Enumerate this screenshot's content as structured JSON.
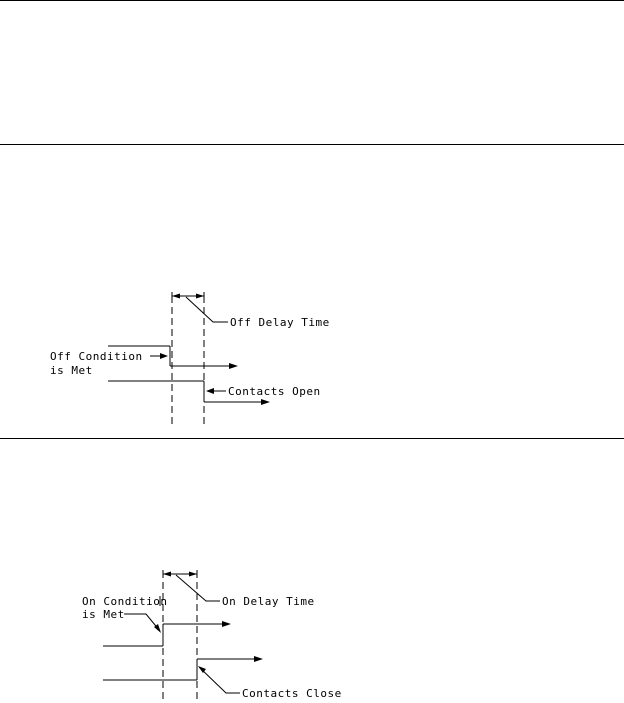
{
  "off_delay": {
    "delay_label": "Off Delay Time",
    "condition_line1": "Off Condition",
    "condition_line2": "is Met",
    "contacts_label": "Contacts Open"
  },
  "on_delay": {
    "delay_label": "On Delay Time",
    "condition_line1": "On Condition",
    "condition_line2": "is Met",
    "contacts_label": "Contacts Close"
  }
}
